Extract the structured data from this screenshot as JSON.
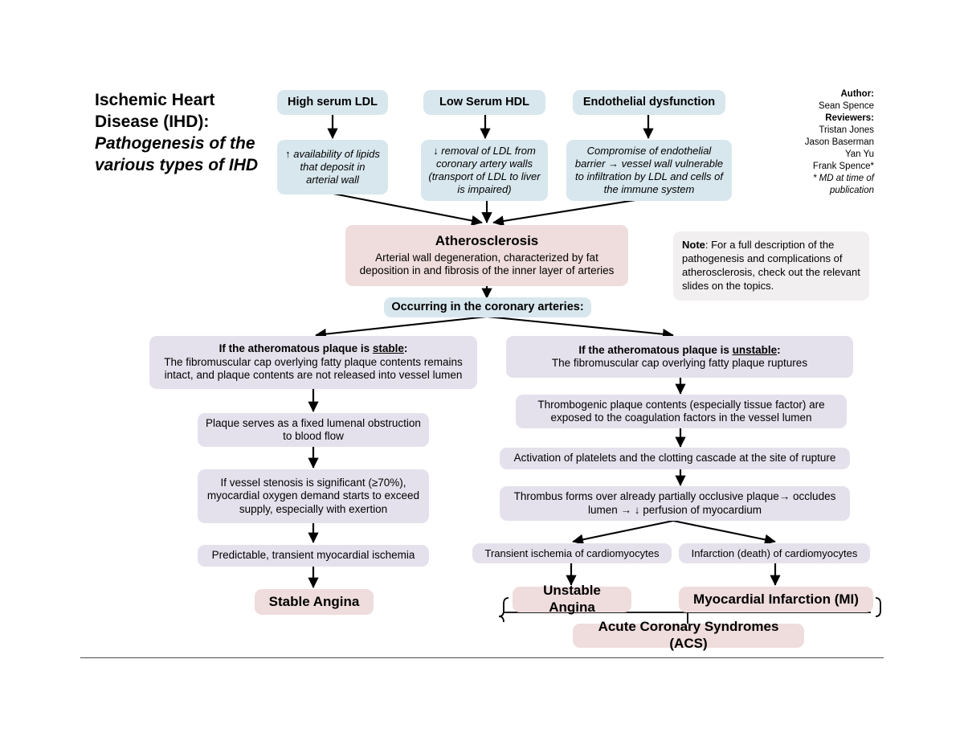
{
  "title": {
    "line1": "Ischemic Heart",
    "line2": "Disease (IHD):",
    "sub1": "Pathogenesis of the",
    "sub2": "various types of IHD"
  },
  "credits": {
    "author_label": "Author:",
    "author": "Sean Spence",
    "reviewers_label": "Reviewers:",
    "reviewer1": "Tristan Jones",
    "reviewer2": "Jason Baserman",
    "reviewer3": "Yan Yu",
    "reviewer4": "Frank Spence*",
    "footnote": "* MD at time of publication"
  },
  "note": {
    "label": "Note",
    "text": ": For a full description of the pathogenesis and complications of atherosclerosis, check out the relevant slides on the topics."
  },
  "risk_factors": [
    {
      "header": "High serum LDL",
      "detail": "↑ availability of lipids that deposit in arterial wall"
    },
    {
      "header": "Low Serum HDL",
      "detail": "↓ removal of LDL from coronary artery walls (transport of LDL to liver is impaired)"
    },
    {
      "header": "Endothelial dysfunction",
      "detail": "Compromise of endothelial barrier → vessel wall vulnerable to infiltration by LDL and cells of the immune system"
    }
  ],
  "atherosclerosis": {
    "title": "Atherosclerosis",
    "description": "Arterial wall degeneration, characterized by fat deposition in and fibrosis of the inner layer of arteries"
  },
  "coronary_banner": "Occurring in the coronary arteries:",
  "stable_branch": {
    "condition_bold": "If the atheromatous plaque is ",
    "condition_underline": "stable",
    "condition_colon": ":",
    "condition_detail": "The fibromuscular cap overlying fatty plaque contents remains intact, and plaque contents are not released into vessel lumen",
    "step1": "Plaque serves as a fixed lumenal obstruction to blood flow",
    "step2": "If vessel stenosis is significant (≥70%), myocardial oxygen demand starts to exceed supply, especially with exertion",
    "step3": "Predictable, transient myocardial ischemia",
    "outcome": "Stable Angina"
  },
  "unstable_branch": {
    "condition_bold": "If the atheromatous plaque is ",
    "condition_underline": "unstable",
    "condition_colon": ":",
    "condition_detail": "The fibromuscular cap overlying fatty plaque ruptures",
    "step1": "Thrombogenic plaque contents (especially tissue factor) are exposed to the coagulation factors in the vessel lumen",
    "step2": "Activation of platelets and the clotting cascade at the site of rupture",
    "step3": "Thrombus forms over already partially occlusive plaque→ occludes lumen → ↓ perfusion of myocardium",
    "left_leaf": "Transient ischemia of cardiomyocytes",
    "right_leaf": "Infarction (death) of cardiomyocytes",
    "left_outcome": "Unstable Angina",
    "right_outcome": "Myocardial Infarction (MI)",
    "group_label": "Acute Coronary Syndromes (ACS)"
  },
  "colors": {
    "blue": "#d8e7ee",
    "pink": "#efdcdc",
    "purple": "#e5e1ec",
    "grey": "#f1efef",
    "arrow": "#000000",
    "rule": "#4a4a4a"
  }
}
